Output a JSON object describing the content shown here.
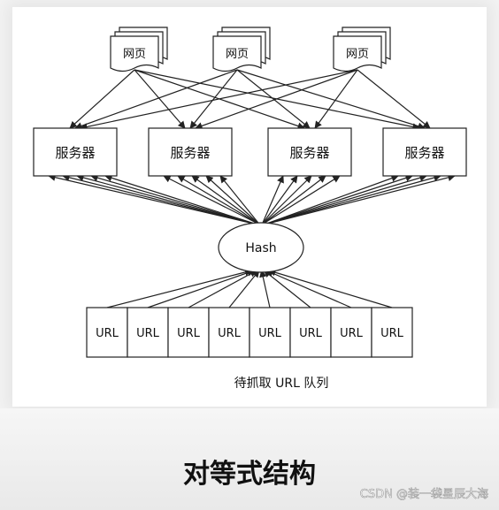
{
  "diagram": {
    "page_label": "网页",
    "server_label": "服务器",
    "hash_label": "Hash",
    "url_label": "URL",
    "queue_caption": "待抓取 URL 队列",
    "page_count": 3,
    "server_count": 4,
    "url_count": 8
  },
  "title": "对等式结构",
  "watermark": "CSDN @装一袋星辰大海",
  "colors": {
    "stroke": "#222222",
    "background": "#f3f3f3",
    "panel": "#ffffff"
  }
}
